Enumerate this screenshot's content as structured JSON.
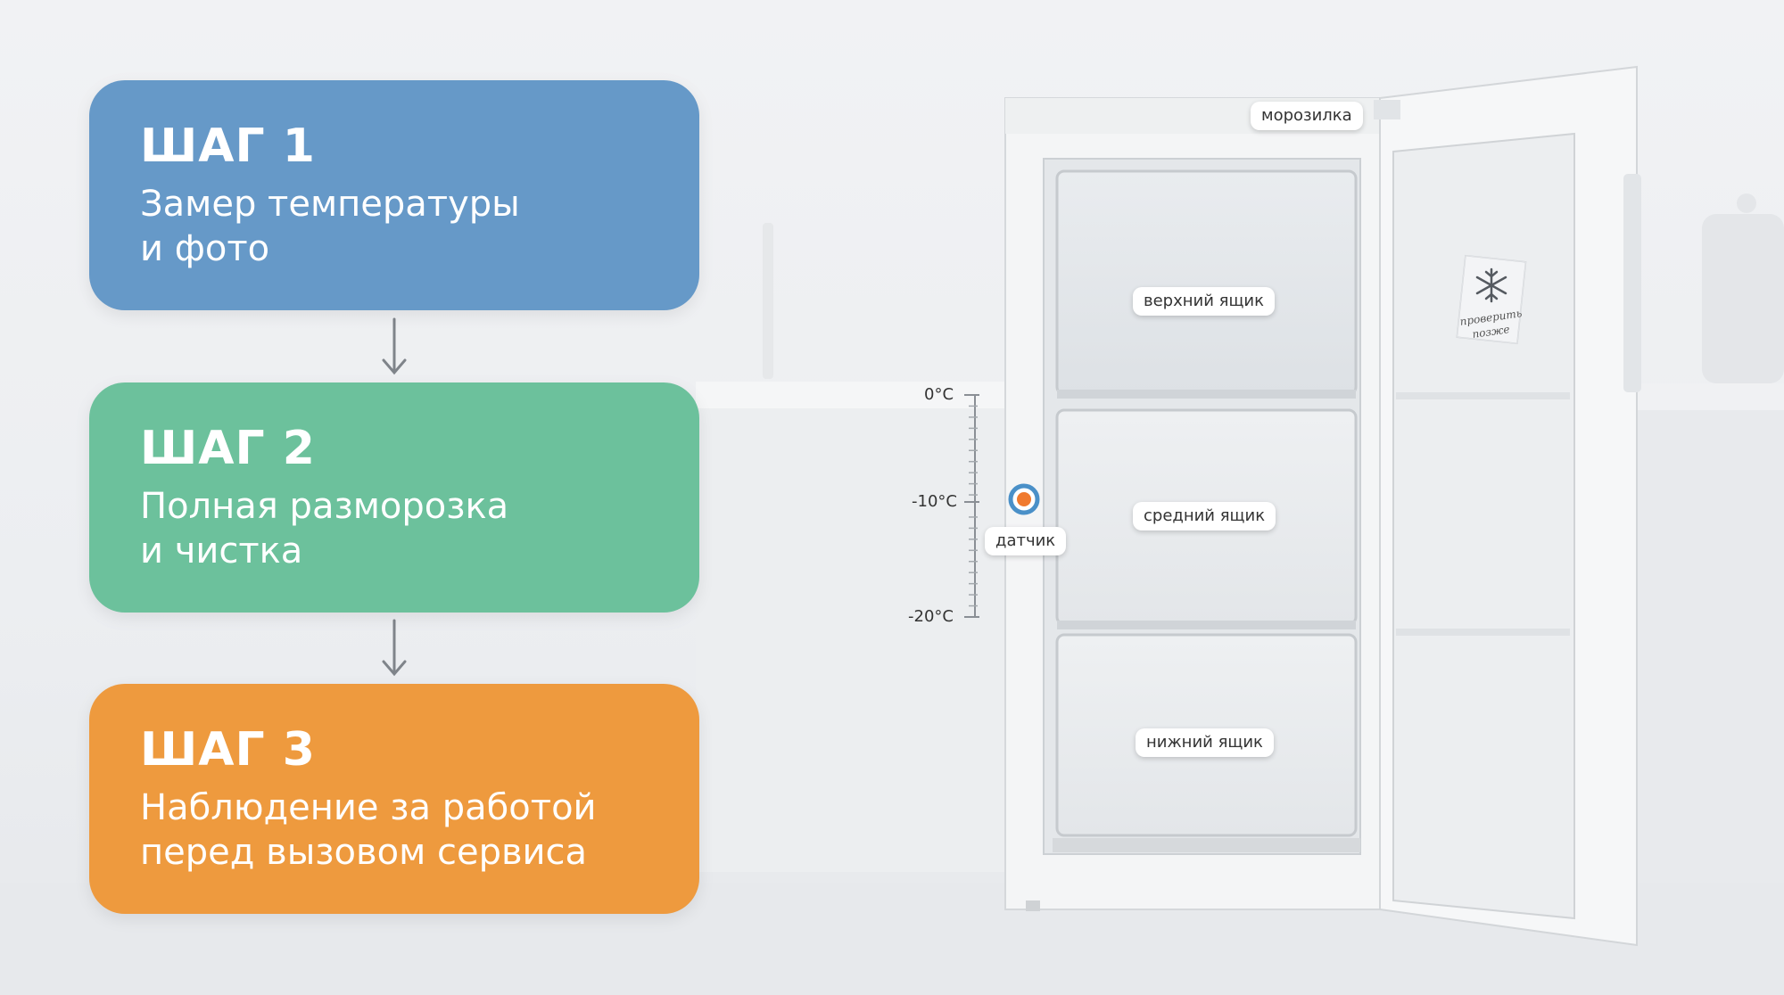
{
  "steps": [
    {
      "title": "ШАГ 1",
      "line1": "Замер температуры",
      "line2": "и фото",
      "color": "#6699c8"
    },
    {
      "title": "ШАГ 2",
      "line1": "Полная разморозка",
      "line2": "и чистка",
      "color": "#6cc19c"
    },
    {
      "title": "ШАГ 3",
      "line1": "Наблюдение за работой",
      "line2": "перед вызовом сервиса",
      "color": "#ee9a3e"
    }
  ],
  "labels": {
    "freezer": "морозилка",
    "top_drawer": "верхний ящик",
    "middle_drawer": "средний ящик",
    "bottom_drawer": "нижний ящик",
    "sensor": "датчик"
  },
  "scale": {
    "top": "0°C",
    "mid": "-10°C",
    "bottom": "-20°C"
  },
  "note": {
    "line1": "проверить",
    "line2": "позже"
  },
  "colors": {
    "sensor_outer": "#4a90c8",
    "sensor_inner": "#f07a2e"
  }
}
